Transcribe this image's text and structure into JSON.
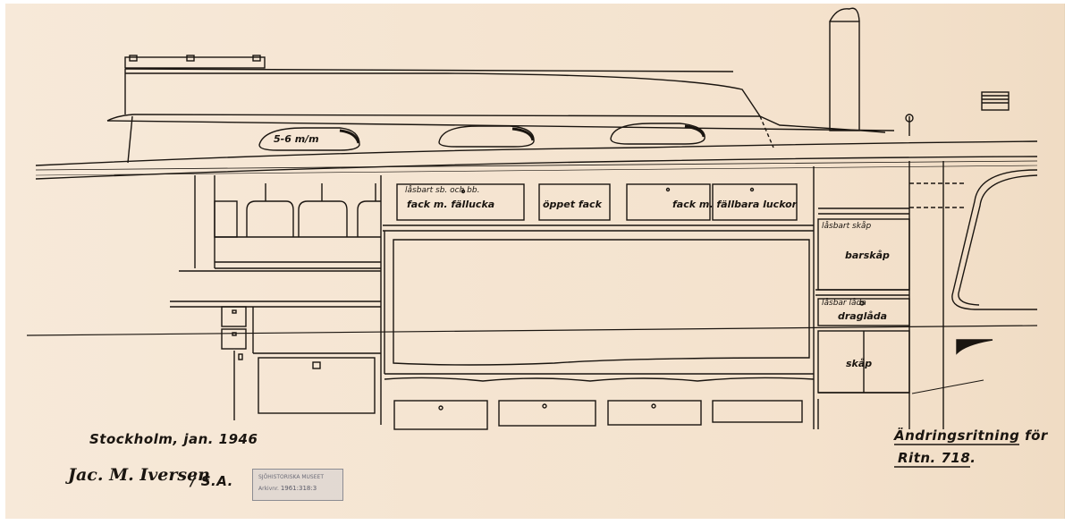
{
  "labels": {
    "dimension": "5-6 m/m",
    "locker_lock_top": "låsbart sb. och bb.",
    "locker_flap": "fack m. fällucka",
    "open_compartment": "öppet fack",
    "folding_doors": "fack m. fällbara luckor",
    "lockable_cabinet": "låsbart skåp",
    "bar_cabinet": "barskåp",
    "lockable_drawer": "låsbar låda",
    "drawer": "draglåda",
    "cabinet": "skåp"
  },
  "footer": {
    "place_date": "Stockholm, jan. 1946",
    "signature": "Jac. M. Iversen",
    "signature_suffix": "/ S.A.",
    "title": "Ändringsritning för",
    "drawing_number": "Ritn. 718."
  },
  "stamp": {
    "institution": "SJÖHISTORISKA MUSEET",
    "archive_label": "Arkivnr.",
    "archive_number": "1961:318:3"
  },
  "colors": {
    "paper": "#f5e5d2",
    "ink": "#1a1510",
    "stamp": "#8c8c92"
  }
}
